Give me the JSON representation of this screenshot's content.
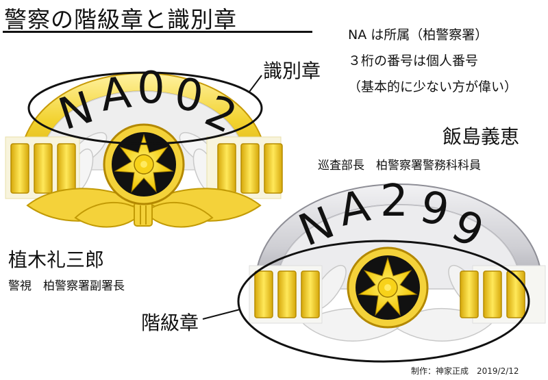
{
  "title": "警察の階級章と識別章",
  "notes": {
    "line1": "NA は所属（柏警察署）",
    "line2": "３桁の番号は個人番号",
    "line3": "（基本的に少ない方が偉い）"
  },
  "person_top_right": {
    "name": "飯島義恵",
    "role": "巡査部長　柏警察署警務科科員"
  },
  "person_left": {
    "name": "植木礼三郎",
    "role": "警視　柏警察署副署長"
  },
  "callouts": {
    "identification_badge": "識別章",
    "rank_badge": "階級章"
  },
  "badge_gold": {
    "number": "NA002",
    "color": "#f2d22e"
  },
  "badge_silver": {
    "number": "NA299",
    "color": "#c8c8cc"
  },
  "credit": "制作：神家正成　2019/2/12"
}
